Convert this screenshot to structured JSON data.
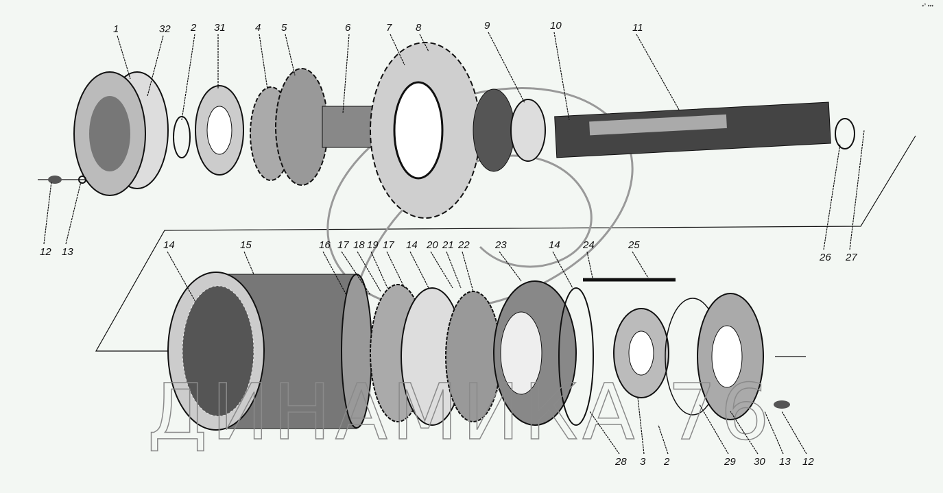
{
  "diagram": {
    "corner_mark": "•° •••",
    "watermark": "ДИНАМИКА 76",
    "top_labels": [
      "1",
      "32",
      "2",
      "31",
      "4",
      "5",
      "6",
      "7",
      "8",
      "9",
      "10",
      "11",
      "12",
      "13",
      "26",
      "27"
    ],
    "bottom_labels": [
      "14",
      "15",
      "16",
      "17",
      "18",
      "19",
      "17",
      "14",
      "20",
      "21",
      "22",
      "23",
      "14",
      "24",
      "25",
      "28",
      "3",
      "2",
      "29",
      "30",
      "13",
      "12"
    ]
  }
}
